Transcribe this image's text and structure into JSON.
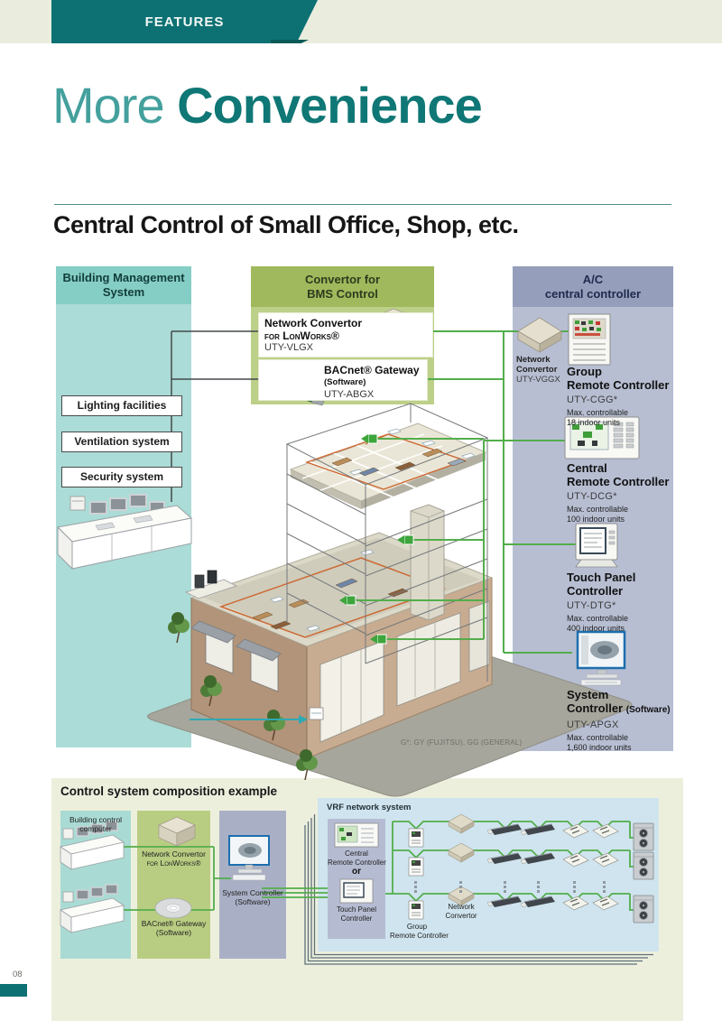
{
  "header": {
    "features": "FEATURES"
  },
  "title": {
    "light": "More ",
    "bold": "Convenience"
  },
  "section": {
    "title": "Central Control of Small Office, Shop, etc.",
    "footnote": "G*: GY (FUJITSU), GG (GENERAL)"
  },
  "bms": {
    "title_line1": "Building Management",
    "title_line2": "System",
    "items": [
      "Lighting facilities",
      "Ventilation system",
      "Security system"
    ]
  },
  "convertor": {
    "title_line1": "Convertor for",
    "title_line2": "BMS Control",
    "lonworks": {
      "line1": "Network Convertor",
      "line2": "for LonWorks®",
      "model": "UTY-VLGX"
    },
    "bacnet": {
      "line1": "BACnet® Gateway",
      "line2": "(Software)",
      "model": "UTY-ABGX"
    }
  },
  "ac": {
    "title_line1": "A/C",
    "title_line2": "central controller",
    "netconv": {
      "line1": "Network",
      "line2": "Convertor",
      "model": "UTY-VGGX"
    },
    "controllers": [
      {
        "line1": "Group",
        "line2": "Remote Controller",
        "model": "UTY-CGG*",
        "max_label": "Max. controllable",
        "max_value": "18 indoor units"
      },
      {
        "line1": "Central",
        "line2": "Remote Controller",
        "model": "UTY-DCG*",
        "max_label": "Max. controllable",
        "max_value": "100 indoor units"
      },
      {
        "line1": "Touch Panel",
        "line2": "Controller",
        "model": "UTY-DTG*",
        "max_label": "Max. controllable",
        "max_value": "400 indoor units"
      },
      {
        "line1": "System",
        "line2": "Controller",
        "suffix": "(Software)",
        "model": "UTY-APGX",
        "max_label": "Max. controllable",
        "max_value": "1,600 indoor units"
      }
    ]
  },
  "composition": {
    "title": "Control system composition example",
    "building_control": "Building control computer",
    "nc1": "Network Convertor",
    "nc2": "for LonWorks®",
    "bacnet": "BACnet® Gateway (Software)",
    "system_controller": "System Controller (Software)",
    "vrf_title": "VRF network system",
    "central_rc1": "Central",
    "central_rc2": "Remote Controller",
    "or_label": "or",
    "tp1": "Touch Panel",
    "tp2": "Controller",
    "grc1": "Group",
    "grc2": "Remote Controller",
    "nv1": "Network",
    "nv2": "Convertor"
  },
  "footer": {
    "page_number": "08"
  },
  "colors": {
    "accent_teal": "#0d7173",
    "line_green": "#53ae4b",
    "line_cyan": "#2fa9b4",
    "panel_teal": "#abdcd7",
    "panel_green": "#bdd089",
    "panel_blue": "#b7bed2"
  }
}
